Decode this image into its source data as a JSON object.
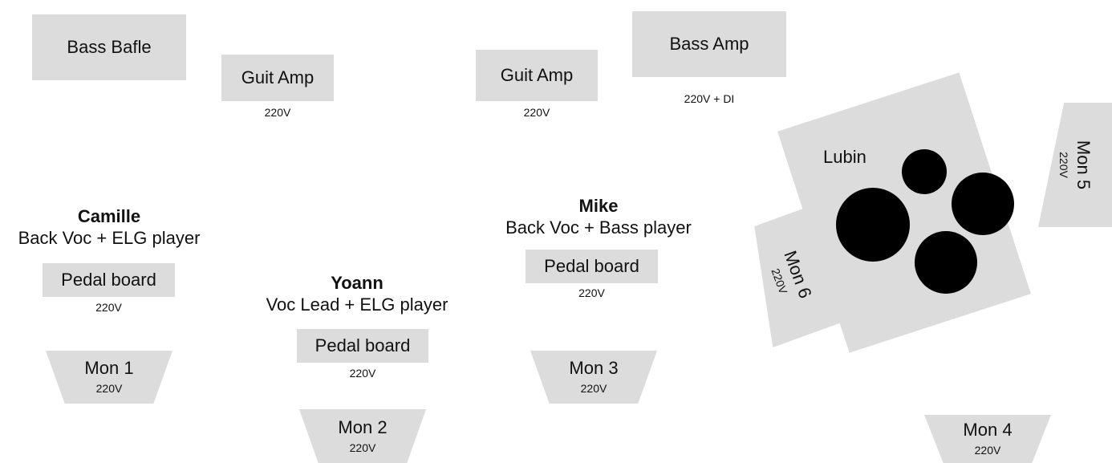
{
  "amps": {
    "bass_bafle": "Bass Bafle",
    "guit_amp_1": "Guit Amp",
    "guit_amp_1_power": "220V",
    "guit_amp_2": "Guit Amp",
    "guit_amp_2_power": "220V",
    "bass_amp": "Bass Amp",
    "bass_amp_power": "220V + DI"
  },
  "musicians": {
    "camille": {
      "name": "Camille",
      "role": "Back Voc + ELG player"
    },
    "yoann": {
      "name": "Yoann",
      "role": "Voc Lead + ELG player"
    },
    "mike": {
      "name": "Mike",
      "role": "Back Voc + Bass player"
    }
  },
  "pedal_boards": {
    "camille": {
      "label": "Pedal board",
      "power": "220V"
    },
    "yoann": {
      "label": "Pedal board",
      "power": "220V"
    },
    "mike": {
      "label": "Pedal board",
      "power": "220V"
    }
  },
  "monitors": {
    "mon1": {
      "label": "Mon 1",
      "power": "220V"
    },
    "mon2": {
      "label": "Mon 2",
      "power": "220V"
    },
    "mon3": {
      "label": "Mon 3",
      "power": "220V"
    },
    "mon4": {
      "label": "Mon 4",
      "power": "220V"
    },
    "mon5": {
      "label": "Mon 5",
      "power": "220V"
    },
    "mon6": {
      "label": "Mon 6",
      "power": "220V"
    }
  },
  "drums": {
    "label": "Lubin"
  },
  "colors": {
    "box": "#dcdcdc",
    "drum": "#000000",
    "text": "#111111"
  }
}
